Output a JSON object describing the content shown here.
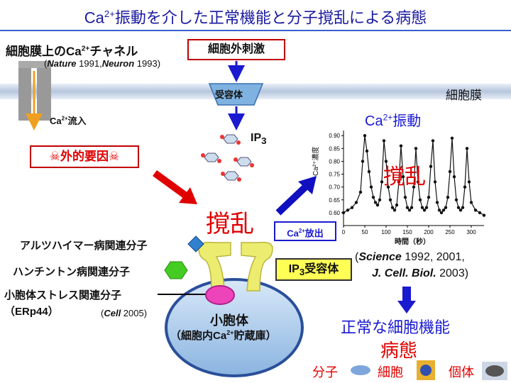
{
  "title": {
    "text_a": "Ca",
    "sup": "2+",
    "text_b": "振動を介した正常機能と分子撹乱による病態"
  },
  "channel": {
    "label_a": "細胞膜上のCa",
    "label_sup": "2+",
    "label_b": "チャネル",
    "ref_open": "(",
    "ref_j1": "Nature",
    "ref_y1": " 1991,",
    "ref_j2": "Neuron",
    "ref_y2": " 1993)",
    "influx_a": "Ca",
    "influx_sup": "2+",
    "influx_b": "流入"
  },
  "stimulus": "細胞外刺激",
  "receptor": "受容体",
  "membrane_label": "細胞膜",
  "ip3": {
    "text": "IP",
    "sub": "3"
  },
  "external_factor": {
    "text": "外的要因",
    "icon": "skull-crossbones"
  },
  "disturbance": "撹乱",
  "ca_release": {
    "a": "Ca",
    "sup": "2+",
    "b": "放出"
  },
  "ip3_receptor": {
    "a": "IP",
    "sub": "3",
    "b": "受容体"
  },
  "oscillation": {
    "title_a": "Ca",
    "title_sup": "2+",
    "title_b": "振動",
    "disturbance": "撹乱",
    "xlabel": "時間（秒）",
    "ylabel": "Ca²⁺濃度"
  },
  "chart_data": {
    "type": "line",
    "xlabel": "時間（秒）",
    "ylabel": "Ca²⁺濃度",
    "xlim": [
      0,
      330
    ],
    "ylim": [
      0.55,
      0.92
    ],
    "x_ticks": [
      0,
      50,
      100,
      150,
      200,
      250,
      300
    ],
    "y_ticks": [
      0.6,
      0.65,
      0.7,
      0.75,
      0.8,
      0.85,
      0.9
    ],
    "x": [
      0,
      10,
      20,
      30,
      40,
      45,
      50,
      55,
      60,
      65,
      70,
      75,
      80,
      85,
      90,
      95,
      100,
      105,
      110,
      115,
      120,
      125,
      130,
      135,
      140,
      145,
      150,
      155,
      160,
      165,
      170,
      175,
      180,
      185,
      190,
      195,
      200,
      205,
      210,
      215,
      220,
      225,
      230,
      235,
      240,
      245,
      250,
      255,
      260,
      265,
      270,
      275,
      280,
      285,
      290,
      295,
      300,
      310,
      320,
      330
    ],
    "y": [
      0.6,
      0.61,
      0.62,
      0.64,
      0.68,
      0.8,
      0.9,
      0.84,
      0.76,
      0.7,
      0.66,
      0.64,
      0.63,
      0.65,
      0.72,
      0.88,
      0.8,
      0.7,
      0.65,
      0.62,
      0.61,
      0.63,
      0.72,
      0.86,
      0.74,
      0.66,
      0.62,
      0.61,
      0.62,
      0.7,
      0.85,
      0.72,
      0.65,
      0.62,
      0.61,
      0.62,
      0.66,
      0.78,
      0.88,
      0.72,
      0.64,
      0.61,
      0.6,
      0.61,
      0.62,
      0.66,
      0.76,
      0.89,
      0.74,
      0.65,
      0.62,
      0.61,
      0.62,
      0.7,
      0.85,
      0.72,
      0.64,
      0.61,
      0.6,
      0.59
    ]
  },
  "oscillation_ref": {
    "o": "(",
    "j1": "Science",
    "y1": " 1992, 2001,",
    "j2": "J. Cell. Biol.",
    "y2": " 2003)"
  },
  "molecules": {
    "alzheimer": "アルツハイマー病関連分子",
    "huntington": "ハンチントン病関連分子",
    "er_stress": "小胞体ストレス関連分子",
    "erp44": "（ERp44）",
    "cell_ref": {
      "o": "(",
      "j": "Cell",
      "y": " 2005)"
    }
  },
  "er": {
    "title": "小胞体",
    "sub_a": "（細胞内Ca",
    "sub_sup": "2+",
    "sub_b": "貯蔵庫）"
  },
  "normal_function": "正常な細胞機能",
  "pathology": "病態",
  "levels": {
    "molecule": "分子",
    "cell": "細胞",
    "individual": "個体"
  },
  "colors": {
    "title": "#1a1aa0",
    "red": "#e00000",
    "blue": "#1a1ad0",
    "er_fill": "#9fc3ea",
    "channel": "#ecec70"
  }
}
